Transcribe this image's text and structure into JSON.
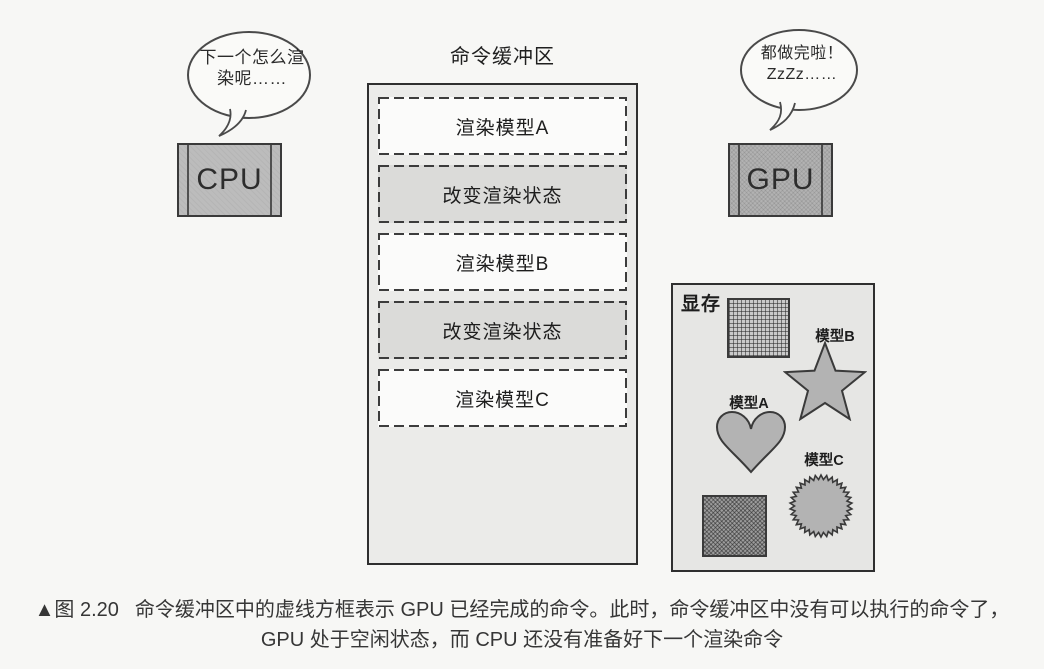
{
  "cpu": {
    "label": "CPU",
    "bubble_line1": "下一个怎么渲",
    "bubble_line2": "染呢……"
  },
  "gpu": {
    "label": "GPU",
    "bubble_line1": "都做完啦！",
    "bubble_line2": "ZzZz……"
  },
  "command_buffer": {
    "title": "命令缓冲区",
    "commands": [
      {
        "label": "渲染模型A",
        "type": "render",
        "style": "dashed"
      },
      {
        "label": "改变渲染状态",
        "type": "state",
        "style": "dashed"
      },
      {
        "label": "渲染模型B",
        "type": "render",
        "style": "dashed"
      },
      {
        "label": "改变渲染状态",
        "type": "state",
        "style": "dashed"
      },
      {
        "label": "渲染模型C",
        "type": "render",
        "style": "dashed"
      }
    ]
  },
  "video_memory": {
    "title": "显存",
    "models": [
      {
        "label": "模型B",
        "shape": "star"
      },
      {
        "label": "模型A",
        "shape": "heart"
      },
      {
        "label": "模型C",
        "shape": "burst"
      }
    ]
  },
  "caption": {
    "figure_label": "▲图 2.20",
    "line1": "命令缓冲区中的虚线方框表示 GPU 已经完成的命令。此时，命令缓冲区中没有可以执行的命令了，",
    "line2": "GPU 处于空闲状态，而 CPU 还没有准备好下一个渲染命令"
  },
  "colors": {
    "ink": "#2f2f2f",
    "chip_fill": "#b9b9b9",
    "buffer_fill": "#ebebe9",
    "state_row_fill": "#dbdbd9",
    "render_row_fill": "#fbfbfa",
    "shape_fill": "#b3b3b3",
    "page_background": "#f7f7f5"
  }
}
